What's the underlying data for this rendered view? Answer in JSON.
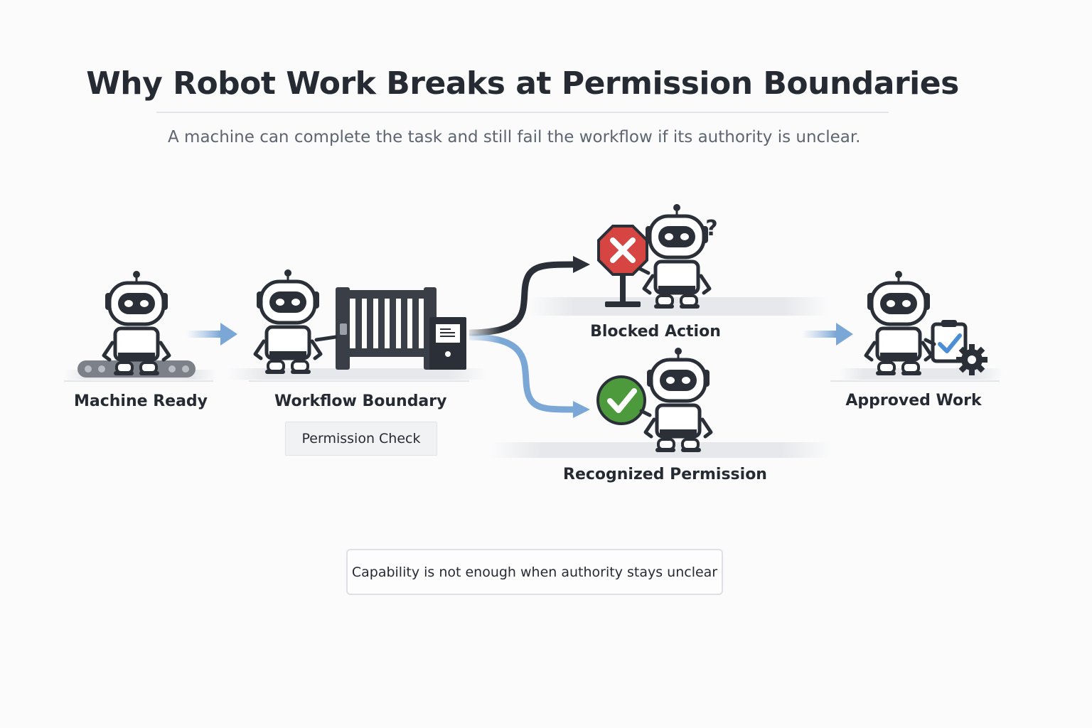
{
  "title": "Why Robot Work Breaks at Permission Boundaries",
  "subtitle": "A machine can complete the task and still fail the workflow if its authority is unclear.",
  "stages": {
    "machine_ready": "Machine Ready",
    "workflow_boundary": "Workflow Boundary",
    "permission_check": "Permission Check",
    "blocked_action": "Blocked Action",
    "recognized_permission": "Recognized Permission",
    "approved_work": "Approved Work"
  },
  "confused_mark": "?",
  "note": "Capability is not enough when authority stays unclear",
  "icons": [
    "robot-icon",
    "conveyor-icon",
    "gate-icon",
    "stop-sign-x-icon",
    "check-circle-icon",
    "clipboard-check-icon",
    "gear-icon",
    "arrow-right-icon"
  ],
  "colors": {
    "dark": "#2b3038",
    "blue_arrow": "#7aa7d6",
    "blocked_red": "#d64541",
    "approved_green": "#4d9a3c",
    "check_blue": "#4a8fd6"
  }
}
